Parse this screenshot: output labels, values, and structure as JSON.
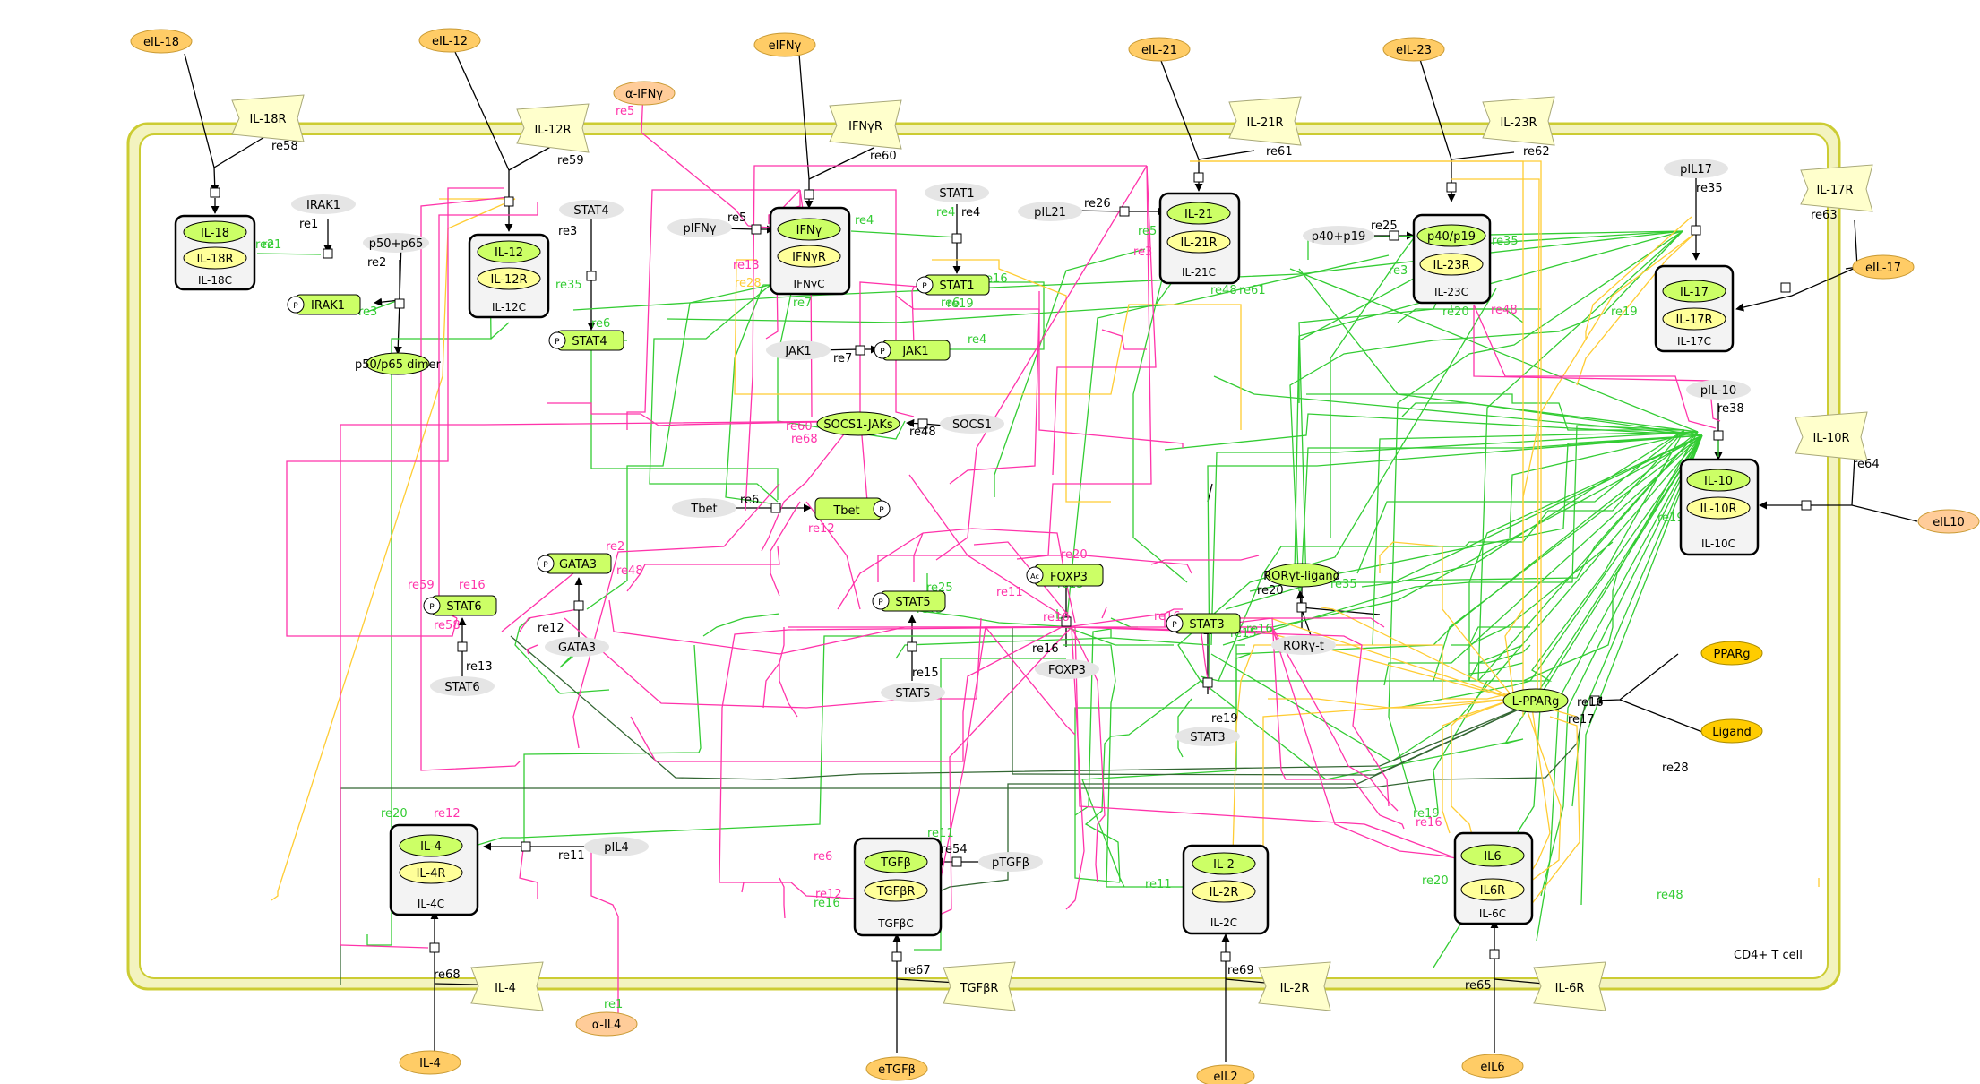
{
  "cell": {
    "label": "CD4+ T cell"
  },
  "colors": {
    "membrane_fill": "#f3f3bf",
    "membrane_stroke": "#cccc33",
    "extra_ligand": "#ffcc66",
    "alpha_ab": "#ffcc99",
    "gene_oval": "#e5e5e5",
    "protein_green": "#ccff66",
    "protein_yellow": "#ffff99",
    "receptor_fill": "#ffffcc",
    "edge_green": "#33cc33",
    "edge_pink": "#ff33aa",
    "edge_orange": "#ffcc33",
    "edge_dark": "#336633",
    "complex_fill": "#f3f3f3"
  },
  "extracellular": [
    {
      "id": "eIL18",
      "label": "eIL-18"
    },
    {
      "id": "eIL12",
      "label": "eIL-12"
    },
    {
      "id": "eIFNg",
      "label": "eIFNγ"
    },
    {
      "id": "aIFNg",
      "label": "α-IFNγ"
    },
    {
      "id": "eIL21",
      "label": "eIL-21"
    },
    {
      "id": "eIL23",
      "label": "eIL-23"
    },
    {
      "id": "eIL17",
      "label": "eIL-17"
    },
    {
      "id": "eIL10",
      "label": "eIL10"
    },
    {
      "id": "PPARg",
      "label": "PPARg"
    },
    {
      "id": "Ligand",
      "label": "Ligand"
    },
    {
      "id": "IL4ext",
      "label": "IL-4"
    },
    {
      "id": "aIL4",
      "label": "α-IL4"
    },
    {
      "id": "eTGFb",
      "label": "eTGFβ"
    },
    {
      "id": "eIL2",
      "label": "eIL2"
    },
    {
      "id": "eIL6",
      "label": "eIL6"
    }
  ],
  "receptors": [
    {
      "id": "IL18R",
      "label": "IL-18R"
    },
    {
      "id": "IL12R",
      "label": "IL-12R"
    },
    {
      "id": "IFNgR",
      "label": "IFNγR"
    },
    {
      "id": "IL21R",
      "label": "IL-21R"
    },
    {
      "id": "IL23R",
      "label": "IL-23R"
    },
    {
      "id": "IL17R",
      "label": "IL-17R"
    },
    {
      "id": "IL10R",
      "label": "IL-10R"
    },
    {
      "id": "IL4R",
      "label": "IL-4"
    },
    {
      "id": "TGFbR",
      "label": "TGFβR"
    },
    {
      "id": "IL2R",
      "label": "IL-2R"
    },
    {
      "id": "IL6R",
      "label": "IL-6R"
    }
  ],
  "complexes": [
    {
      "id": "IL18C",
      "label": "IL-18C",
      "a": "IL-18",
      "b": "IL-18R"
    },
    {
      "id": "IL12C",
      "label": "IL-12C",
      "a": "IL-12",
      "b": "IL-12R"
    },
    {
      "id": "IFNgC",
      "label": "IFNγC",
      "a": "IFNγ",
      "b": "IFNγR"
    },
    {
      "id": "IL21C",
      "label": "IL-21C",
      "a": "IL-21",
      "b": "IL-21R"
    },
    {
      "id": "IL23C",
      "label": "IL-23C",
      "a": "p40/p19",
      "b": "IL-23R"
    },
    {
      "id": "IL17C",
      "label": "IL-17C",
      "a": "IL-17",
      "b": "IL-17R"
    },
    {
      "id": "IL10C",
      "label": "IL-10C",
      "a": "IL-10",
      "b": "IL-10R"
    },
    {
      "id": "IL4C",
      "label": "IL-4C",
      "a": "IL-4",
      "b": "IL-4R"
    },
    {
      "id": "TGFbC",
      "label": "TGFβC",
      "a": "TGFβ",
      "b": "TGFβR"
    },
    {
      "id": "IL2C",
      "label": "IL-2C",
      "a": "IL-2",
      "b": "IL-2R"
    },
    {
      "id": "IL6C",
      "label": "IL-6C",
      "a": "IL6",
      "b": "IL6R"
    }
  ],
  "proteins": [
    {
      "id": "IRAK1",
      "label": "IRAK1",
      "mod": "P"
    },
    {
      "id": "STAT4",
      "label": "STAT4",
      "mod": "P"
    },
    {
      "id": "STAT1",
      "label": "STAT1",
      "mod": "P"
    },
    {
      "id": "JAK1",
      "label": "JAK1",
      "mod": "P"
    },
    {
      "id": "Tbet",
      "label": "Tbet",
      "mod": "P"
    },
    {
      "id": "GATA3",
      "label": "GATA3",
      "mod": "P"
    },
    {
      "id": "STAT6",
      "label": "STAT6",
      "mod": "P"
    },
    {
      "id": "STAT5",
      "label": "STAT5",
      "mod": "P"
    },
    {
      "id": "FOXP3",
      "label": "FOXP3",
      "mod": "Ac"
    },
    {
      "id": "STAT3",
      "label": "STAT3",
      "mod": "P"
    }
  ],
  "simple": [
    {
      "id": "p50p65dimer",
      "label": "p50/p65 dimer"
    },
    {
      "id": "SOCS1JAKs",
      "label": "SOCS1-JAKs"
    },
    {
      "id": "RORgtLigand",
      "label": "RORγt-ligand"
    },
    {
      "id": "LPPARg",
      "label": "L-PPARg"
    }
  ],
  "genes": [
    {
      "id": "gIRAK1",
      "label": "IRAK1"
    },
    {
      "id": "gp50p65",
      "label": "p50+p65"
    },
    {
      "id": "gSTAT4",
      "label": "STAT4"
    },
    {
      "id": "pIFNg",
      "label": "pIFNγ"
    },
    {
      "id": "gSTAT1",
      "label": "STAT1"
    },
    {
      "id": "pIL21",
      "label": "pIL21"
    },
    {
      "id": "p40p19",
      "label": "p40+p19"
    },
    {
      "id": "pIL17",
      "label": "pIL17"
    },
    {
      "id": "gJAK1",
      "label": "JAK1"
    },
    {
      "id": "gSOCS1",
      "label": "SOCS1"
    },
    {
      "id": "pIL10",
      "label": "pIL-10"
    },
    {
      "id": "gTbet",
      "label": "Tbet"
    },
    {
      "id": "gGATA3",
      "label": "GATA3"
    },
    {
      "id": "gSTAT6",
      "label": "STAT6"
    },
    {
      "id": "gSTAT5",
      "label": "STAT5"
    },
    {
      "id": "gFOXP3",
      "label": "FOXP3"
    },
    {
      "id": "gRORgt",
      "label": "RORγ-t"
    },
    {
      "id": "gSTAT3",
      "label": "STAT3"
    },
    {
      "id": "pIL4",
      "label": "pIL4"
    },
    {
      "id": "pTGFb",
      "label": "pTGFβ"
    }
  ],
  "reaction_labels": [
    {
      "id": "l1",
      "text": "re58",
      "c": "k"
    },
    {
      "id": "l2",
      "text": "re59",
      "c": "k"
    },
    {
      "id": "l3",
      "text": "re60",
      "c": "k"
    },
    {
      "id": "l4",
      "text": "re61",
      "c": "k"
    },
    {
      "id": "l5",
      "text": "re62",
      "c": "k"
    },
    {
      "id": "l6",
      "text": "re63",
      "c": "k"
    },
    {
      "id": "l7",
      "text": "re64",
      "c": "k"
    },
    {
      "id": "l8",
      "text": "re1",
      "c": "k"
    },
    {
      "id": "l9",
      "text": "re2",
      "c": "k"
    },
    {
      "id": "l10",
      "text": "re3",
      "c": "k"
    },
    {
      "id": "l11",
      "text": "re5",
      "c": "k"
    },
    {
      "id": "l12",
      "text": "re4",
      "c": "k"
    },
    {
      "id": "l13",
      "text": "re26",
      "c": "k"
    },
    {
      "id": "l14",
      "text": "re25",
      "c": "k"
    },
    {
      "id": "l15",
      "text": "re35",
      "c": "k"
    },
    {
      "id": "l16",
      "text": "re7",
      "c": "k"
    },
    {
      "id": "l17",
      "text": "re48",
      "c": "k"
    },
    {
      "id": "l18",
      "text": "re38",
      "c": "k"
    },
    {
      "id": "l19",
      "text": "re6",
      "c": "k"
    },
    {
      "id": "l20",
      "text": "re12",
      "c": "k"
    },
    {
      "id": "l21",
      "text": "re13",
      "c": "k"
    },
    {
      "id": "l22",
      "text": "re15",
      "c": "k"
    },
    {
      "id": "l23",
      "text": "re16",
      "c": "k"
    },
    {
      "id": "l24",
      "text": "re20",
      "c": "k"
    },
    {
      "id": "l25",
      "text": "re19",
      "c": "k"
    },
    {
      "id": "l26",
      "text": "re28",
      "c": "k"
    },
    {
      "id": "l27",
      "text": "re11",
      "c": "k"
    },
    {
      "id": "l28",
      "text": "re54",
      "c": "k"
    },
    {
      "id": "l29",
      "text": "re68",
      "c": "k"
    },
    {
      "id": "l30",
      "text": "re67",
      "c": "k"
    },
    {
      "id": "l31",
      "text": "re69",
      "c": "k"
    },
    {
      "id": "l32",
      "text": "re65",
      "c": "k"
    },
    {
      "id": "l33",
      "text": "re5",
      "c": "p"
    },
    {
      "id": "l34",
      "text": "re13",
      "c": "p"
    },
    {
      "id": "l35",
      "text": "re28",
      "c": "o"
    },
    {
      "id": "l36",
      "text": "re7",
      "c": "g"
    },
    {
      "id": "l37",
      "text": "re4",
      "c": "g"
    },
    {
      "id": "l38",
      "text": "re16",
      "c": "g"
    },
    {
      "id": "l39",
      "text": "re6",
      "c": "g"
    },
    {
      "id": "l40",
      "text": "re4",
      "c": "g"
    },
    {
      "id": "l41",
      "text": "re60",
      "c": "p"
    },
    {
      "id": "l42",
      "text": "re68",
      "c": "p"
    },
    {
      "id": "l43",
      "text": "re12",
      "c": "p"
    },
    {
      "id": "l44",
      "text": "re2",
      "c": "p"
    },
    {
      "id": "l45",
      "text": "re48",
      "c": "p"
    },
    {
      "id": "l46",
      "text": "re59",
      "c": "p"
    },
    {
      "id": "l47",
      "text": "re16",
      "c": "p"
    },
    {
      "id": "l48",
      "text": "re58",
      "c": "p"
    },
    {
      "id": "l49",
      "text": "re20",
      "c": "p"
    },
    {
      "id": "l50",
      "text": "re16",
      "c": "p"
    },
    {
      "id": "l51",
      "text": "re35",
      "c": "g"
    },
    {
      "id": "l52",
      "text": "re16",
      "c": "p"
    },
    {
      "id": "l53",
      "text": "re6",
      "c": "p"
    },
    {
      "id": "l54",
      "text": "re12",
      "c": "p"
    },
    {
      "id": "l55",
      "text": "re16",
      "c": "g"
    },
    {
      "id": "l56",
      "text": "re15",
      "c": "g"
    },
    {
      "id": "l57",
      "text": "re11",
      "c": "p"
    },
    {
      "id": "l58",
      "text": "re1",
      "c": "g"
    },
    {
      "id": "l59",
      "text": "re2",
      "c": "g"
    },
    {
      "id": "l60",
      "text": "re3",
      "c": "g"
    },
    {
      "id": "l61",
      "text": "re35",
      "c": "g"
    },
    {
      "id": "l62",
      "text": "re6",
      "c": "g"
    },
    {
      "id": "l63",
      "text": "re19",
      "c": "g"
    },
    {
      "id": "l64",
      "text": "re48",
      "c": "g"
    },
    {
      "id": "l65",
      "text": "re61",
      "c": "g"
    },
    {
      "id": "l66",
      "text": "re19",
      "c": "g"
    },
    {
      "id": "l67",
      "text": "re20",
      "c": "g"
    },
    {
      "id": "l68",
      "text": "re11",
      "c": "g"
    },
    {
      "id": "l69",
      "text": "re20",
      "c": "g"
    },
    {
      "id": "l70",
      "text": "re12",
      "c": "p"
    },
    {
      "id": "l71",
      "text": "re16",
      "c": "g"
    },
    {
      "id": "l72",
      "text": "re15",
      "c": "g"
    },
    {
      "id": "l73",
      "text": "re25",
      "c": "g"
    },
    {
      "id": "l74",
      "text": "re19",
      "c": "g"
    },
    {
      "id": "l75",
      "text": "re16",
      "c": "p"
    },
    {
      "id": "l76",
      "text": "re20",
      "c": "g"
    },
    {
      "id": "l77",
      "text": "re15",
      "c": "g"
    },
    {
      "id": "l78",
      "text": "re11",
      "c": "g"
    },
    {
      "id": "l79",
      "text": "re48",
      "c": "g"
    },
    {
      "id": "l80",
      "text": "re16",
      "c": "k"
    },
    {
      "id": "l81",
      "text": "re17",
      "c": "k"
    },
    {
      "id": "l82",
      "text": "re19",
      "c": "g"
    },
    {
      "id": "l83",
      "text": "re35",
      "c": "g"
    },
    {
      "id": "l84",
      "text": "re3",
      "c": "g"
    },
    {
      "id": "l85",
      "text": "re3",
      "c": "p"
    },
    {
      "id": "l86",
      "text": "re48",
      "c": "p"
    },
    {
      "id": "l87",
      "text": "re4",
      "c": "g"
    },
    {
      "id": "l88",
      "text": "re5",
      "c": "g"
    },
    {
      "id": "l89",
      "text": "re1",
      "c": "g"
    }
  ]
}
